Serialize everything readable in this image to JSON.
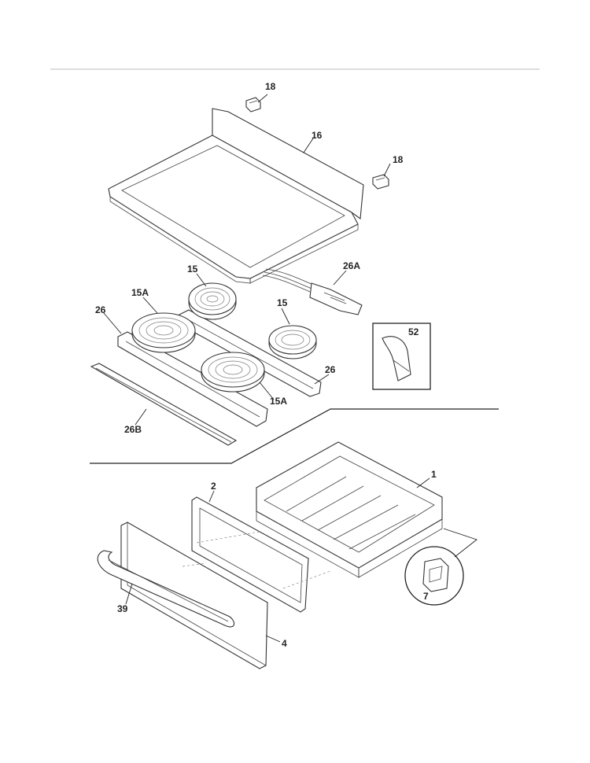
{
  "diagram": {
    "callouts": {
      "c18a": "18",
      "c16": "16",
      "c18b": "18",
      "c26a": "26A",
      "c15a": "15",
      "c15b": "15",
      "c15Aa": "15A",
      "c15Ab": "15A",
      "c26L": "26",
      "c26R": "26",
      "c52": "52",
      "c26b": "26B",
      "c1": "1",
      "c2": "2",
      "c7": "7",
      "c39": "39",
      "c4": "4"
    }
  }
}
